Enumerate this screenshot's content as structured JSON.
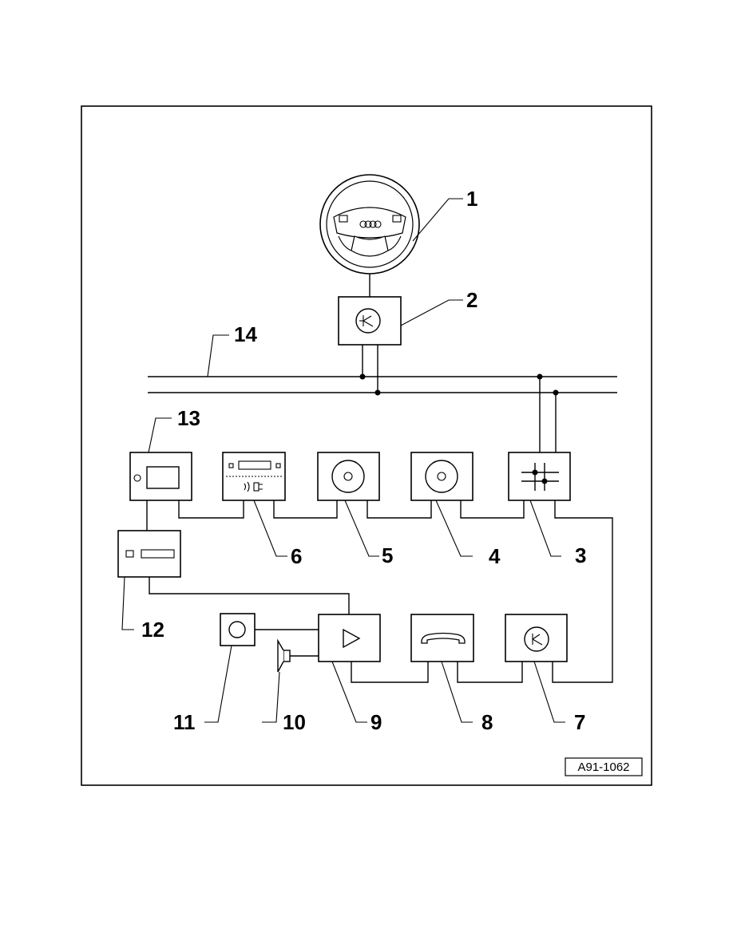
{
  "figure": {
    "reference_code": "A91-1062",
    "callouts": {
      "c1": "1",
      "c2": "2",
      "c3": "3",
      "c4": "4",
      "c5": "5",
      "c6": "6",
      "c7": "7",
      "c8": "8",
      "c9": "9",
      "c10": "10",
      "c11": "11",
      "c12": "12",
      "c13": "13",
      "c14": "14"
    }
  }
}
